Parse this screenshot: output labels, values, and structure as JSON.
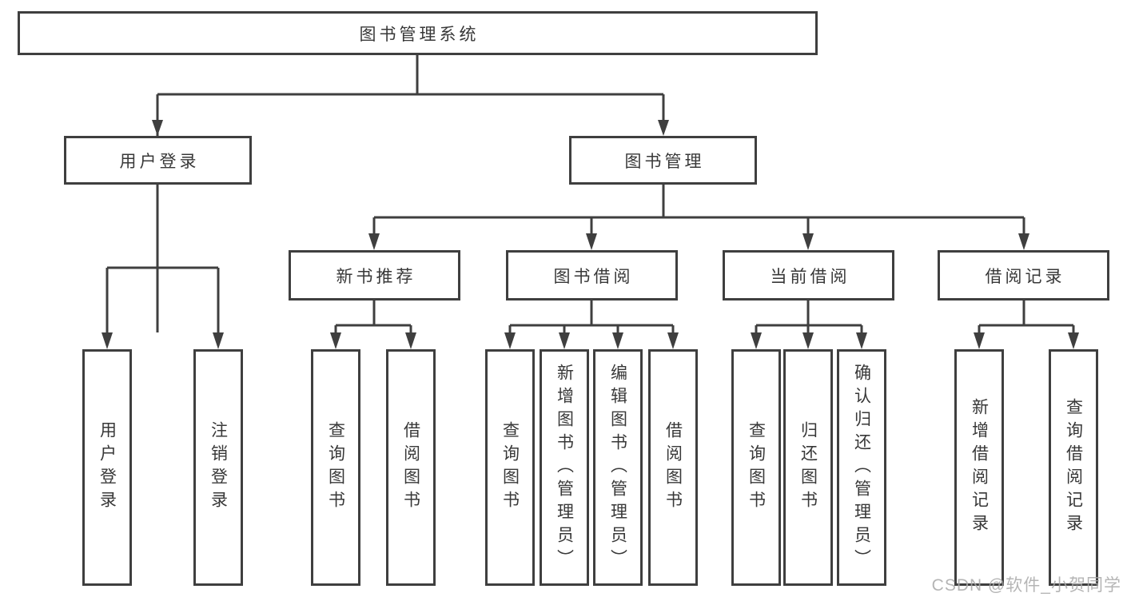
{
  "diagram": {
    "type": "hierarchy-tree",
    "colors": {
      "line": "#3f3f3f",
      "box_border": "#3f3f3f",
      "box_fill": "#ffffff",
      "text": "#383838",
      "watermark_text": "#a9a9a9",
      "background": "#ffffff"
    },
    "tree": {
      "root": {
        "label": "图书管理系统",
        "children": [
          {
            "label": "用户登录",
            "children": [
              {
                "label": "用户登录"
              },
              {
                "label": "注销登录"
              }
            ]
          },
          {
            "label": "图书管理",
            "children": [
              {
                "label": "新书推荐",
                "children": [
                  {
                    "label": "查询图书"
                  },
                  {
                    "label": "借阅图书"
                  }
                ]
              },
              {
                "label": "图书借阅",
                "children": [
                  {
                    "label": "查询图书"
                  },
                  {
                    "label": "新增图书（管理员）"
                  },
                  {
                    "label": "编辑图书（管理员）"
                  },
                  {
                    "label": "借阅图书"
                  }
                ]
              },
              {
                "label": "当前借阅",
                "children": [
                  {
                    "label": "查询图书"
                  },
                  {
                    "label": "归还图书"
                  },
                  {
                    "label": "确认归还（管理员）"
                  }
                ]
              },
              {
                "label": "借阅记录",
                "children": [
                  {
                    "label": "新增借阅记录"
                  },
                  {
                    "label": "查询借阅记录"
                  }
                ]
              }
            ]
          }
        ]
      }
    },
    "watermark": "CSDN @软件_小贺同学"
  }
}
